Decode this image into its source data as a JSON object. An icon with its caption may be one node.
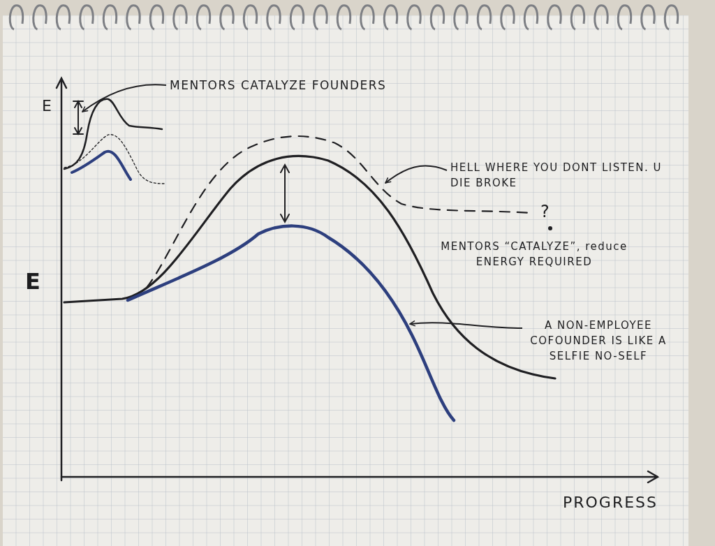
{
  "diagram": {
    "nodes": [
      {
        "text": [
          "MENTORS CATALYZE FOUNDERS"
        ]
      },
      {
        "text": [],
        "shape": "arrow"
      },
      {
        "text": [
          "HELL WHERE YOU DONT LISTEN. U DIE BROKE"
        ]
      },
      {
        "text": [],
        "shape": "curve"
      },
      {
        "text": [
          "A NON-EMPLOYEE COFOUNDER IS LIKE A SELFIE NO-SELF"
        ]
      },
      {
        "text": [],
        "shape": "curve"
      }
    ],
    "edges": [
      {
        "from": 0,
        "to": 1,
        "arrow": "to"
      },
      {
        "from": 2,
        "to": 3,
        "arrow": "to"
      },
      {
        "from": 4,
        "to": 5,
        "arrow": "to"
      }
    ],
    "labels": [
      "E",
      "?",
      "MENTORS “CATALYZE”, reduce ENERGY REQUIRED",
      "E",
      "PROGRESS"
    ]
  }
}
